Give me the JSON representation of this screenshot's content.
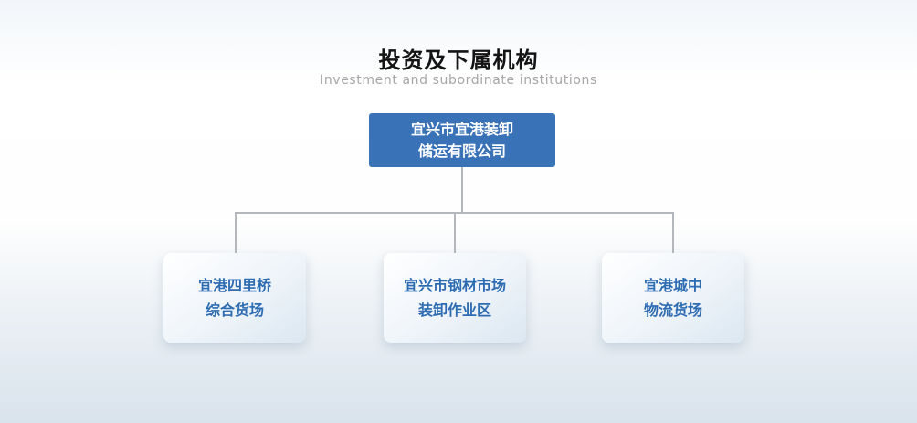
{
  "page": {
    "title": "投资及下属机构",
    "subtitle": "Investment and subordinate institutions"
  },
  "org": {
    "root": {
      "label": "宜兴市宜港装卸\n储运有限公司"
    },
    "children": [
      {
        "label": "宜港四里桥\n综合货场"
      },
      {
        "label": "宜兴市钢材市场\n装卸作业区"
      },
      {
        "label": "宜港城中\n物流货场"
      }
    ]
  },
  "colors": {
    "root_box_bg": "#3a72b8",
    "root_box_text": "#ffffff",
    "child_box_text": "#2e6cb2",
    "connector_line": "#b4b8bc",
    "title_text": "#141414",
    "subtitle_text": "#a6a6a6"
  }
}
